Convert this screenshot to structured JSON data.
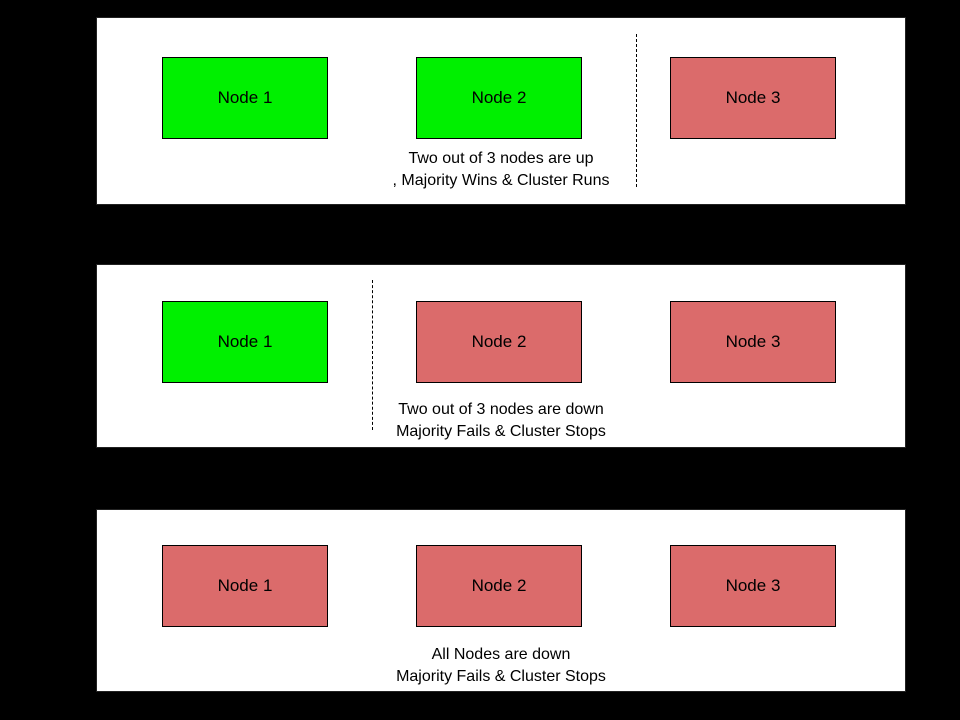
{
  "colors": {
    "node_up": "#00F000",
    "node_down": "#DB6B6B",
    "panel_background": "#FFFFFF",
    "page_background": "#000000",
    "text": "#000000"
  },
  "panels": [
    {
      "name": "two-nodes-up",
      "nodes": [
        {
          "label": "Node 1",
          "status": "up"
        },
        {
          "label": "Node 2",
          "status": "up"
        },
        {
          "label": "Node 3",
          "status": "down"
        }
      ],
      "caption_line1": "Two out of 3 nodes are up",
      "caption_line2": ", Majority Wins & Cluster Runs"
    },
    {
      "name": "two-nodes-down",
      "nodes": [
        {
          "label": "Node 1",
          "status": "up"
        },
        {
          "label": "Node 2",
          "status": "down"
        },
        {
          "label": "Node 3",
          "status": "down"
        }
      ],
      "caption_line1": "Two out of 3 nodes are down",
      "caption_line2": "Majority Fails & Cluster Stops"
    },
    {
      "name": "all-nodes-down",
      "nodes": [
        {
          "label": "Node 1",
          "status": "down"
        },
        {
          "label": "Node 2",
          "status": "down"
        },
        {
          "label": "Node 3",
          "status": "down"
        }
      ],
      "caption_line1": "All Nodes are down",
      "caption_line2": "Majority Fails & Cluster Stops"
    }
  ]
}
